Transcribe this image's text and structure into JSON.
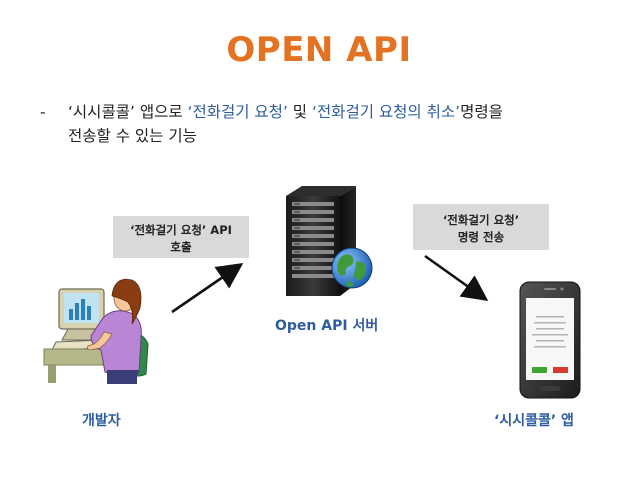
{
  "title": "OPEN API",
  "bullet": {
    "dash": "-",
    "p1": "‘시시콜콜’ 앱으로 ",
    "p2": "‘전화걸기 요청’",
    "p3": " 및 ",
    "p4": "‘전화걸기 요청의 취소’",
    "p5": "명령을",
    "line2": "전송할 수 있는 기능"
  },
  "callout_left": {
    "line1": "‘전화걸기 요청’ API",
    "line2": "호출"
  },
  "callout_right": {
    "line1": "‘전화걸기 요청’",
    "line2": "명령 전송"
  },
  "labels": {
    "developer": "개발자",
    "server": "Open API 서버",
    "app": "‘시시콜콜’ 앱"
  },
  "colors": {
    "title": "#E37222",
    "accent_blue": "#2E5D9F",
    "callout_bg": "#D9D9D9"
  }
}
